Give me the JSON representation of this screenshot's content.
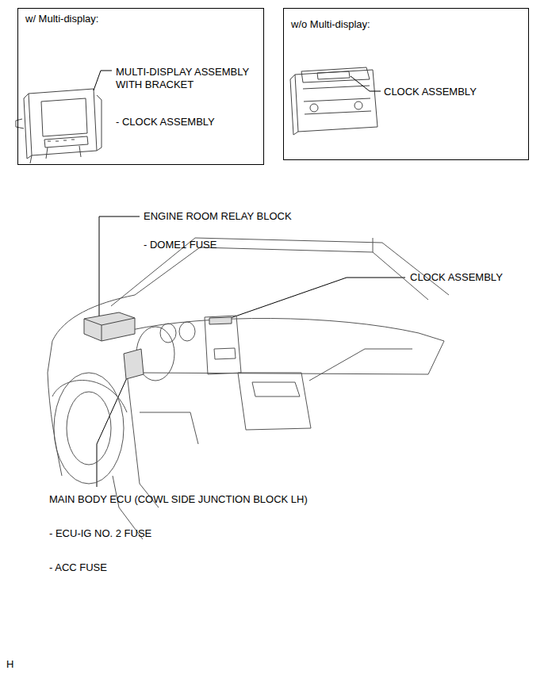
{
  "diagram": {
    "nodes": [
      {
        "text": [
          "w/ Multi-display:",
          "MULTI-DISPLAY ASSEMBLY WITH BRACKET",
          "- CLOCK ASSEMBLY"
        ]
      },
      {
        "text": [
          "w/o Multi-display:",
          "CLOCK ASSEMBLY"
        ]
      }
    ],
    "labels": [
      "ENGINE ROOM RELAY BLOCK",
      "- DOME1 FUSE",
      "CLOCK ASSEMBLY",
      "MAIN BODY ECU (COWL SIDE JUNCTION BLOCK LH)",
      "- ECU-IG NO. 2 FUSE",
      "- ACC FUSE",
      "H"
    ]
  }
}
